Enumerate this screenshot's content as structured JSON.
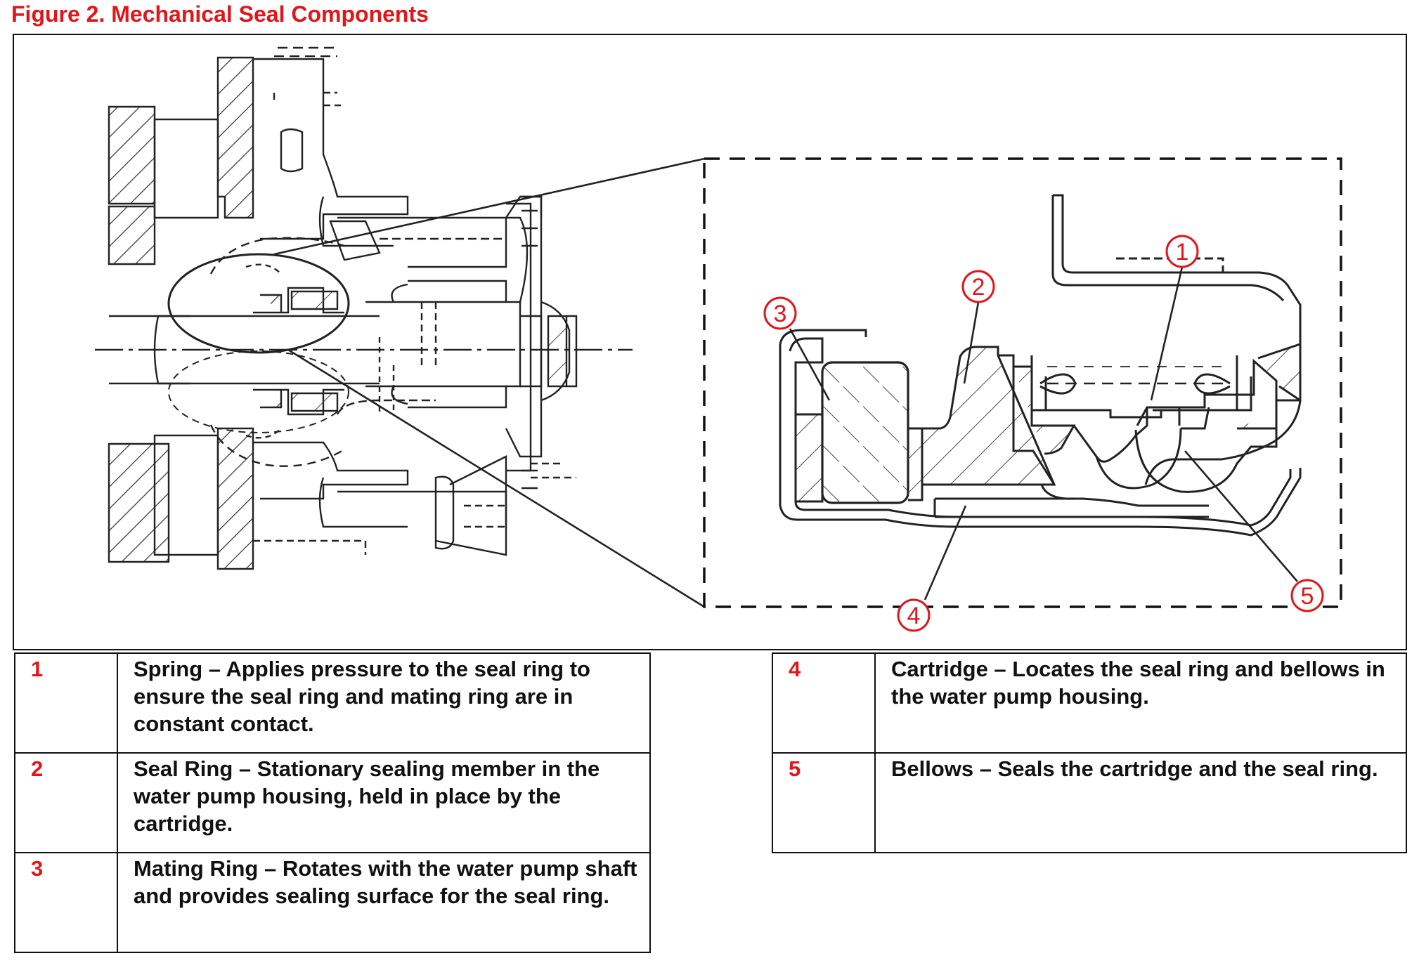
{
  "figure": {
    "title": "Figure 2. Mechanical Seal Components"
  },
  "callouts": [
    "1",
    "2",
    "3",
    "4",
    "5"
  ],
  "colors": {
    "accent": "#e0161b",
    "line": "#222222"
  },
  "legend_left": [
    {
      "number": "1",
      "description": "Spring – Applies pressure to the seal ring to ensure the seal ring and mating ring are in constant contact."
    },
    {
      "number": "2",
      "description": "Seal Ring – Stationary sealing member in the water pump housing, held in place by the cartridge."
    },
    {
      "number": "3",
      "description": "Mating Ring – Rotates with the water pump shaft and provides sealing surface for the seal ring."
    }
  ],
  "legend_right": [
    {
      "number": "4",
      "description": "Cartridge – Locates the seal ring and bellows in the water pump housing."
    },
    {
      "number": "5",
      "description": "Bellows – Seals the cartridge and the seal ring."
    }
  ]
}
